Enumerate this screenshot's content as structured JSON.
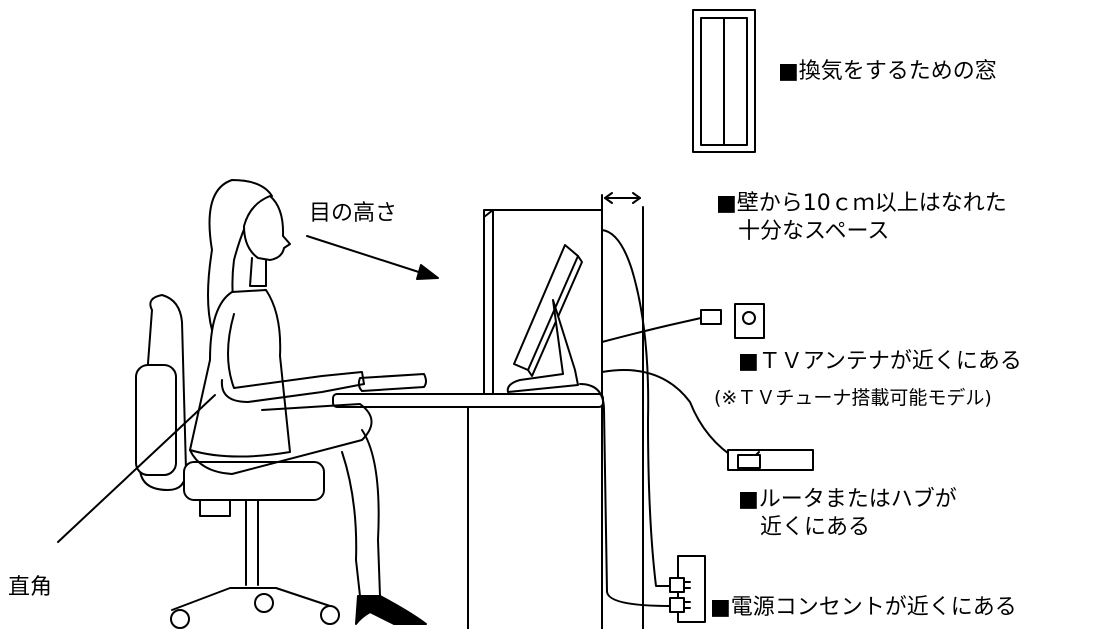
{
  "labels": {
    "window": "■換気をするための窓",
    "wall_space_line1": "■壁から10ｃｍ以上はなれた",
    "wall_space_line2": "十分なスペース",
    "eye_level": "目の高さ",
    "tv_antenna": "■ＴＶアンテナが近くにある",
    "tv_tuner_note": "(※ＴＶチューナ搭載可能モデル)",
    "router_line1": "■ルータまたはハブが",
    "router_line2": "近くにある",
    "right_angle": "直角",
    "power_outlet": "■電源コンセントが近くにある"
  },
  "colors": {
    "stroke": "#000000",
    "fill": "#ffffff",
    "text": "#000000"
  }
}
